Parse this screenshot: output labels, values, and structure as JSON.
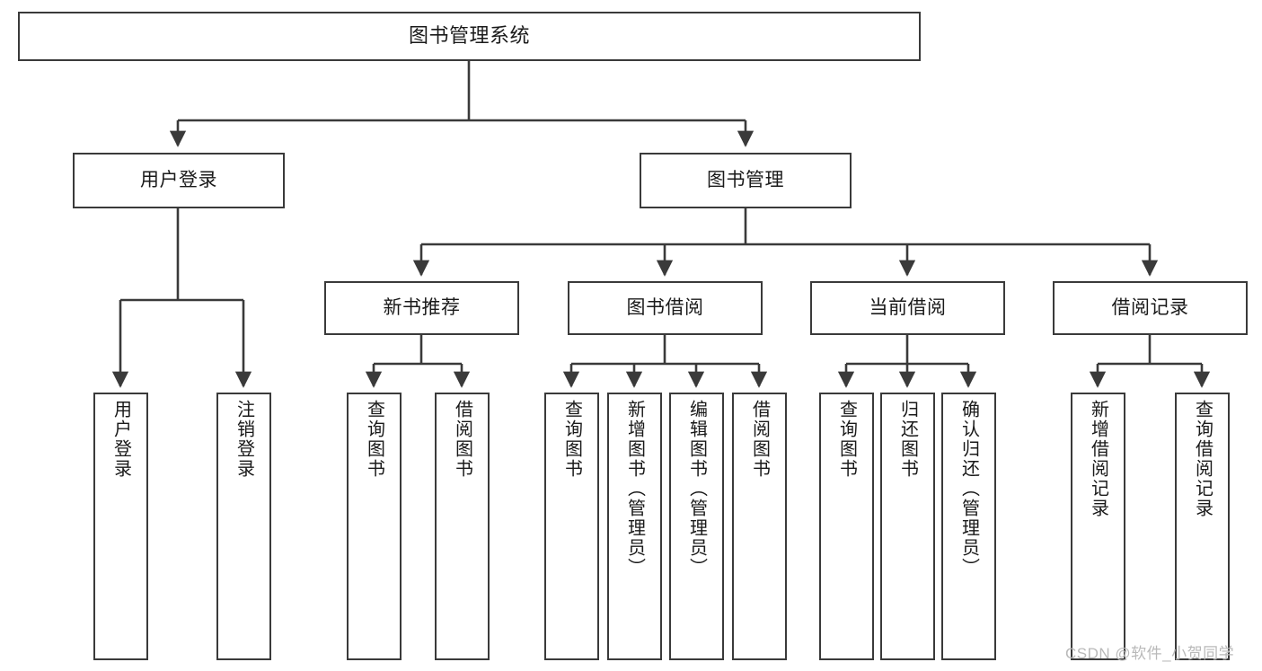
{
  "diagram": {
    "type": "tree-hierarchy",
    "title": "图书管理系统",
    "root": {
      "label": "图书管理系统"
    },
    "level1": [
      {
        "label": "用户登录"
      },
      {
        "label": "图书管理"
      }
    ],
    "level2": [
      {
        "label": "新书推荐"
      },
      {
        "label": "图书借阅"
      },
      {
        "label": "当前借阅"
      },
      {
        "label": "借阅记录"
      }
    ],
    "leaves": {
      "user_login": [
        {
          "label": "用户登录"
        },
        {
          "label": "注销登录"
        }
      ],
      "new_book": [
        {
          "label": "查询图书"
        },
        {
          "label": "借阅图书"
        }
      ],
      "book_borrow": [
        {
          "label": "查询图书"
        },
        {
          "label": "新增图书（管理员）"
        },
        {
          "label": "编辑图书（管理员）"
        },
        {
          "label": "借阅图书"
        }
      ],
      "current_borrow": [
        {
          "label": "查询图书"
        },
        {
          "label": "归还图书"
        },
        {
          "label": "确认归还（管理员）"
        }
      ],
      "borrow_record": [
        {
          "label": "新增借阅记录"
        },
        {
          "label": "查询借阅记录"
        }
      ]
    }
  },
  "watermark": {
    "text": "CSDN @软件_小贺同学"
  },
  "colors": {
    "box_border": "#3a3a3a",
    "connector": "#3a3a3a",
    "background": "#ffffff",
    "text": "#1a1a1a",
    "watermark": "#b9b9b9"
  }
}
